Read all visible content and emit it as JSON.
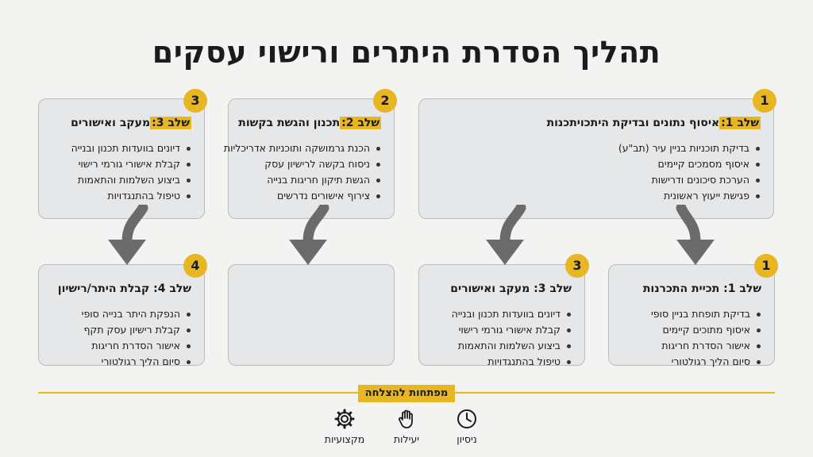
{
  "title": "תהליך הסדרת היתרים ורישוי עסקים",
  "boxes": [
    {
      "number": "1",
      "prefix": "שלב 1:",
      "label": "איסוף נתונים ובדיקת היתכויתכנות",
      "items": [
        "בדיקת תוכניות בניין עיר (תב\"ע)",
        "איסוף מסמכים קיימים",
        "הערכת סיכונים ודרישות",
        "פגישת ייעוץ ראשונית"
      ]
    },
    {
      "number": "2",
      "prefix": "שלב 2:",
      "label": "תכנון והגשת בקשות",
      "items": [
        "הכנת גרמושקה ותוכניות אדריכליות",
        "ניסוח בקשה לרישיון עסק",
        "הגשת תיקון חריגות בנייה",
        "צירוף אישורים נדרשים"
      ]
    },
    {
      "number": "3",
      "prefix": "שלב 3:",
      "label": "מעקב ואישורים",
      "items": [
        "דיונים בוועדות תכנון ובנייה",
        "קבלת אישורי גורמי רישוי",
        "ביצוע השלמות והתאמות",
        "טיפול בהתנגדויות"
      ]
    },
    {
      "number": "1",
      "prefix": "שלב 1:",
      "label": "תכיית התכרנות",
      "items": [
        "בדיקת תופחת בניין סופי",
        "איסוף מתוכים קיימים",
        "אישור הסדרת חריגות",
        "סיום הליך רגולטורי"
      ]
    },
    {
      "number": "3",
      "prefix": "שלב 3:",
      "label": "מעקב ואישורים",
      "items": [
        "דיונים בוועדות תכנון ובנייה",
        "קבלת אישורי גורמי רישוי",
        "ביצוע השלמות והתאמות",
        "טיפול בהתנגדויות"
      ]
    },
    {
      "number": "4",
      "prefix": "שלב 4:",
      "label": "קבלת היתר/רישיון",
      "items": [
        "הנפקת היתר בנייה סופי",
        "קבלת רישיון עסק תקף",
        "אישור הסדרת חריגות",
        "סיום הליך רגולטורי"
      ]
    }
  ],
  "keys": {
    "label": "מפתחות להצלחה",
    "items": [
      {
        "label": "ניסיון",
        "icon": "clock-icon"
      },
      {
        "label": "יעילות",
        "icon": "hand-icon"
      },
      {
        "label": "מקצועיות",
        "icon": "gear-icon"
      }
    ]
  },
  "colors": {
    "accent": "#e8b623",
    "box": "#e6e7e8",
    "arrow": "#6b6b6b"
  }
}
